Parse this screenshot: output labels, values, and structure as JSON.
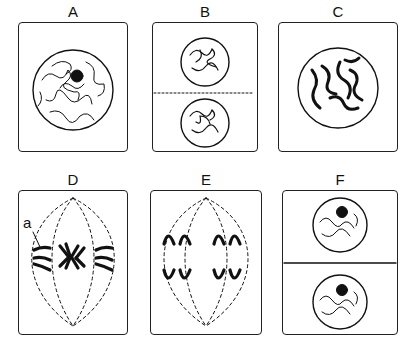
{
  "diagram": {
    "nodes": [
      {
        "text": [
          "A"
        ]
      },
      {
        "text": [
          "B"
        ]
      },
      {
        "text": [
          "C"
        ]
      },
      {
        "text": [
          "D"
        ]
      },
      {
        "text": [
          "E"
        ]
      },
      {
        "text": [
          "F"
        ]
      }
    ],
    "labels": [
      "a"
    ]
  }
}
